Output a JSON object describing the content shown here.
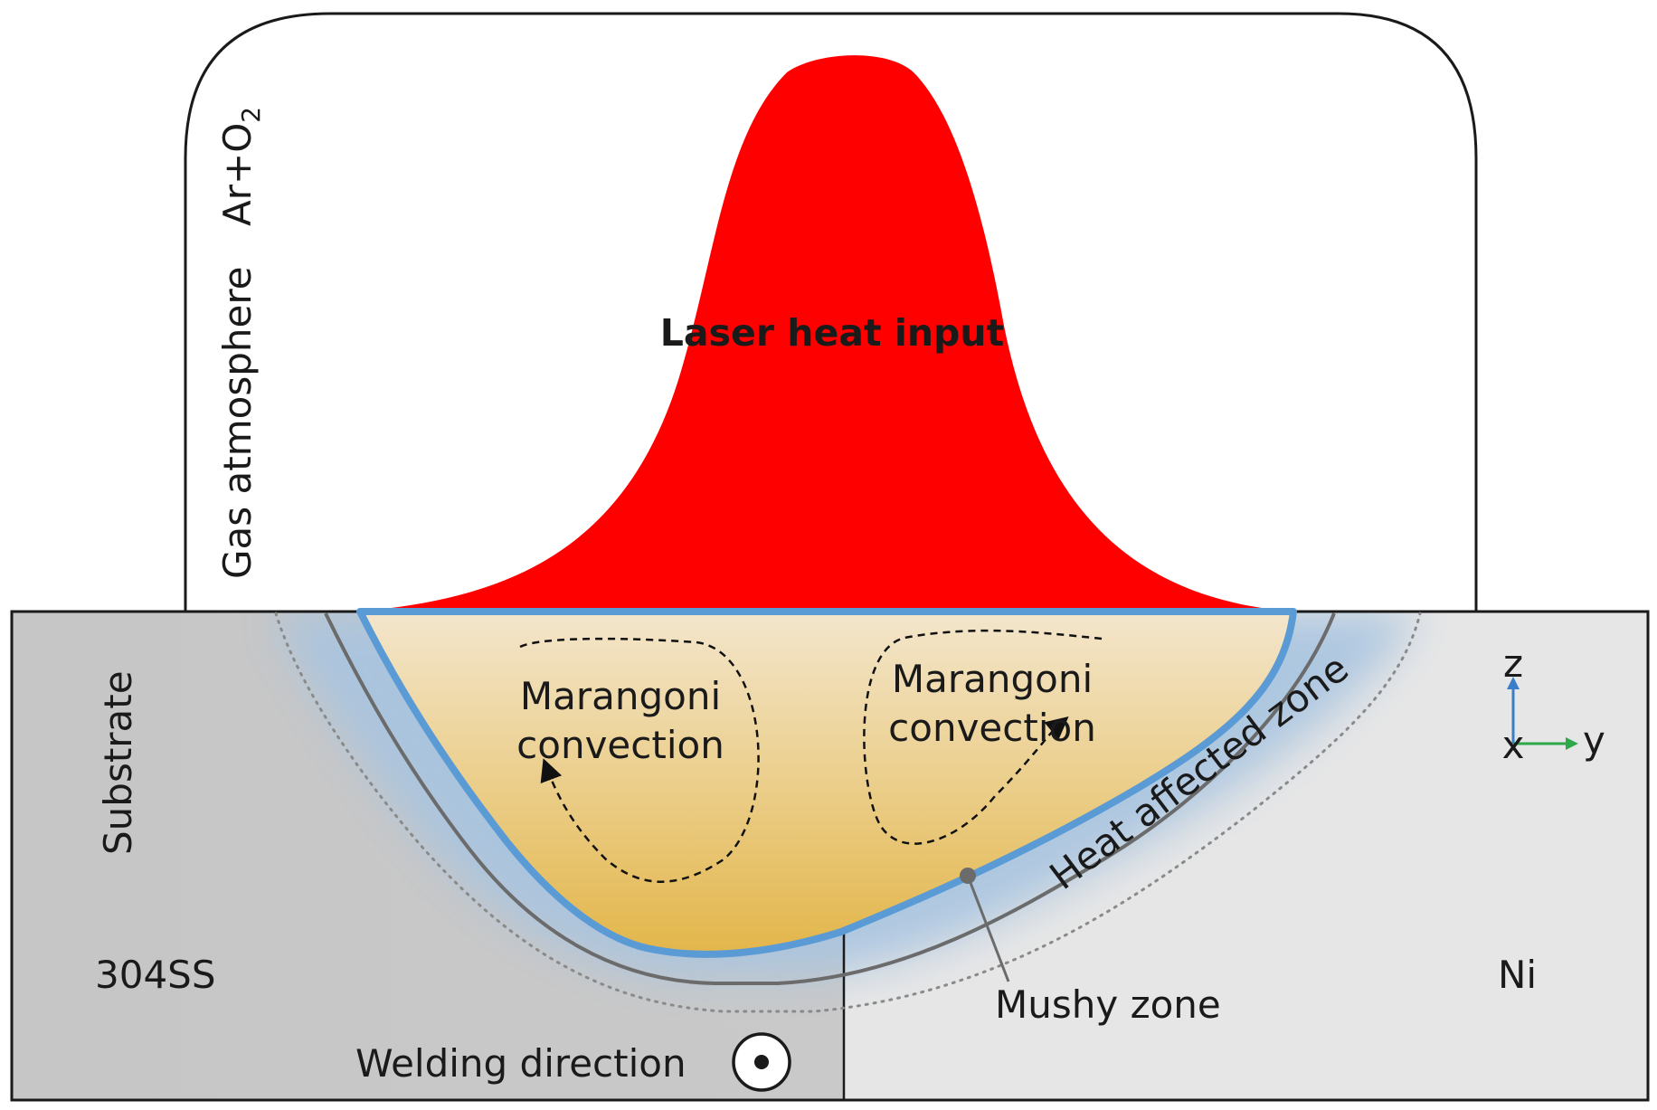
{
  "diagram": {
    "gas_label": "Gas atmosphere",
    "gas_formula_main": "Ar+O",
    "gas_formula_sub": "2",
    "laser_label": "Laser heat input",
    "substrate_label": "Substrate",
    "left_material": "304SS",
    "right_material": "Ni",
    "convection_left_line1": "Marangoni",
    "convection_left_line2": "convection",
    "convection_right_line1": "Marangoni",
    "convection_right_line2": "convection",
    "haz_label": "Heat affected zone",
    "mushy_label": "Mushy zone",
    "welding_label": "Welding direction",
    "axis_z": "z",
    "axis_x": "x",
    "axis_y": "y"
  },
  "colors": {
    "laser": "#ff0000",
    "pool_top": "#f3e6cc",
    "pool_bottom": "#e3b64a",
    "pool_outline": "#5b9bd5",
    "haz_glow": "#a8c4e0",
    "left_substrate": "#c9c9c9",
    "right_substrate": "#e6e6e6",
    "axis_z": "#3a7dc9",
    "axis_y": "#2ea84a"
  }
}
